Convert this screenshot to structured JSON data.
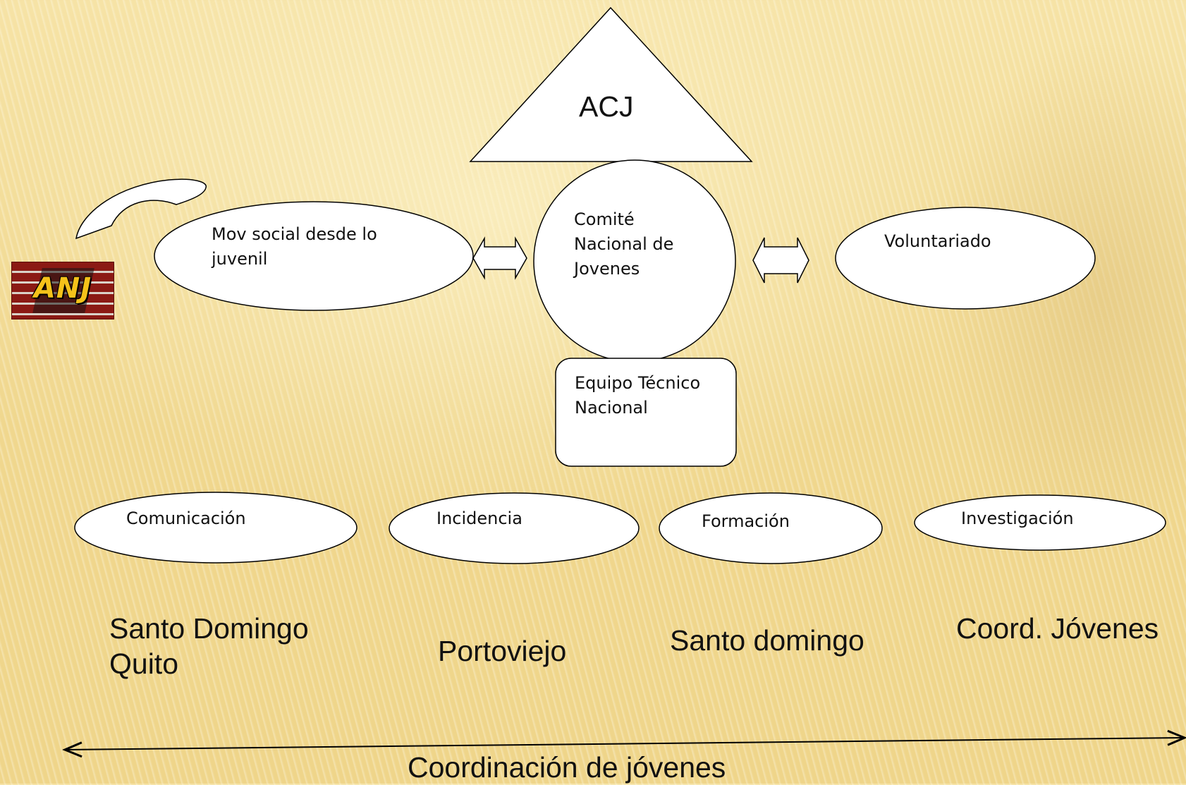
{
  "diagram": {
    "apex": {
      "label": "ACJ"
    },
    "center": {
      "label": "Comité\nNacional de\nJovenes"
    },
    "left": {
      "label": "Mov social desde  lo\njuvenil"
    },
    "right": {
      "label": "Voluntariado"
    },
    "team": {
      "label": "Equipo Técnico\nNacional"
    },
    "areas": [
      {
        "label": "Comunicación",
        "location": "Santo Domingo\nQuito"
      },
      {
        "label": "Incidencia",
        "location": "Portoviejo"
      },
      {
        "label": "Formación",
        "location": "Santo domingo"
      },
      {
        "label": "Investigación",
        "location": "Coord. Jóvenes"
      }
    ],
    "axis": {
      "label": "Coordinación de jóvenes"
    },
    "logo": {
      "text": "ANJ"
    }
  },
  "colors": {
    "shape_fill": "#ffffff",
    "stroke": "#000000",
    "background": "#f3dd9a"
  }
}
